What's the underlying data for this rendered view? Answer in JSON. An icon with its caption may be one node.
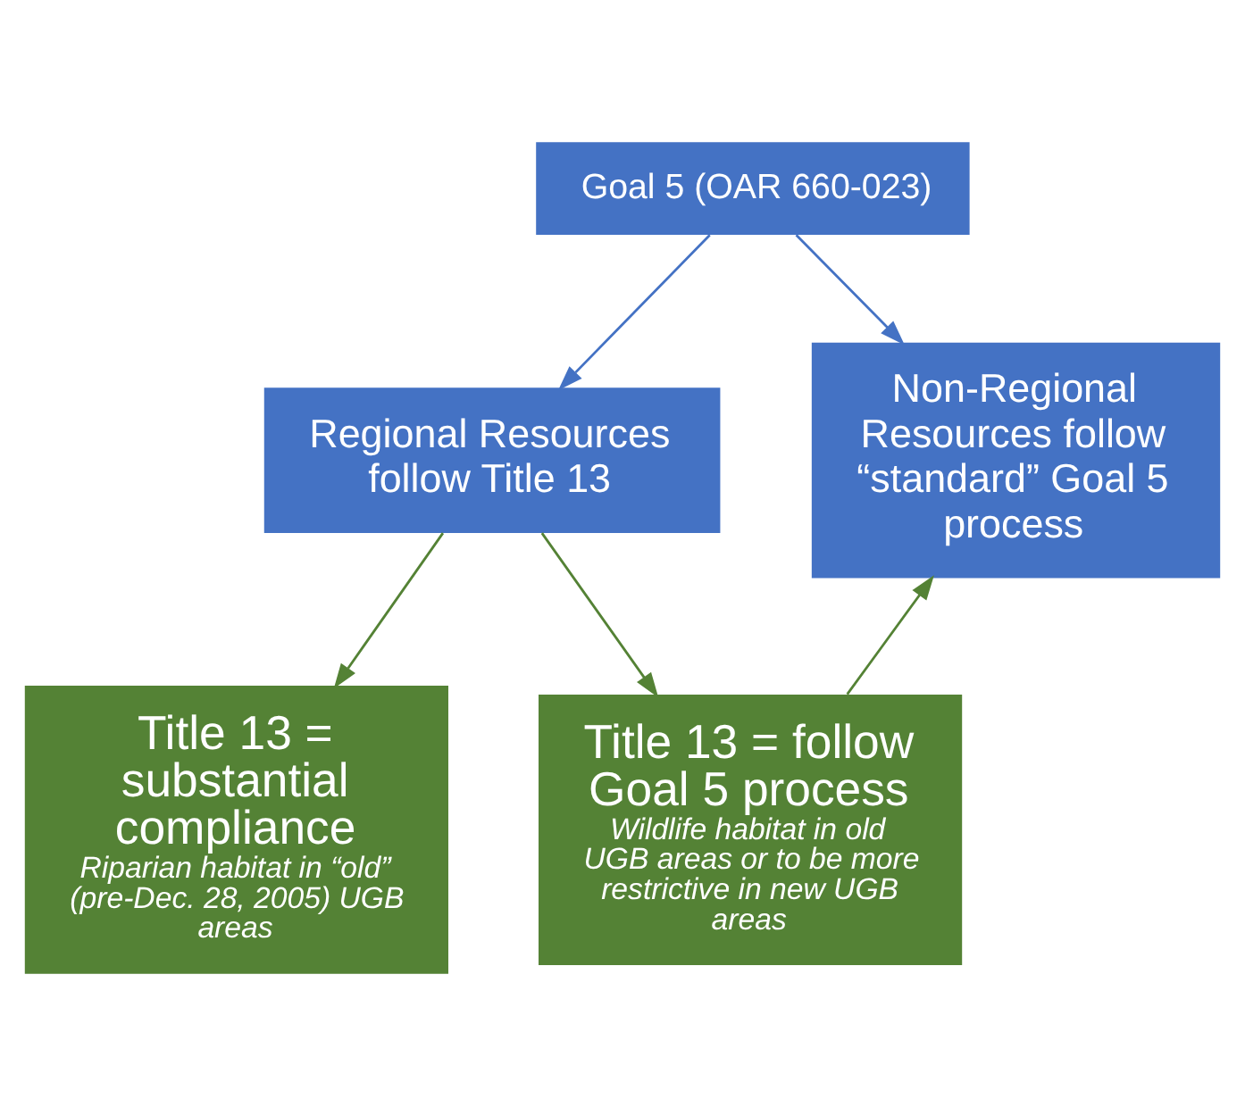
{
  "diagram": {
    "nodes": [
      {
        "text": [
          "Goal 5 (OAR 660-023)"
        ]
      },
      {
        "text": [
          "Regional Resources follow Title 13"
        ]
      },
      {
        "text": [
          "Non-Regional Resources follow “standard” Goal 5 process"
        ]
      },
      {
        "text": [
          "Title 13 = substantial compliance",
          "Riparian habitat in “old” (pre-Dec. 28, 2005) UGB areas"
        ]
      },
      {
        "text": [
          "Title 13 = follow Goal 5 process",
          "Wildlife habitat in old UGB areas or to be more restrictive in new UGB areas"
        ]
      }
    ],
    "edges": [
      {
        "from": 0,
        "to": 1,
        "arrow": "to",
        "color": "#4472c4"
      },
      {
        "from": 0,
        "to": 2,
        "arrow": "to",
        "color": "#4472c4"
      },
      {
        "from": 1,
        "to": 3,
        "arrow": "to"
      },
      {
        "from": 1,
        "to": 4,
        "arrow": "to"
      },
      {
        "from": 4,
        "to": 2,
        "arrow": "to"
      }
    ]
  }
}
